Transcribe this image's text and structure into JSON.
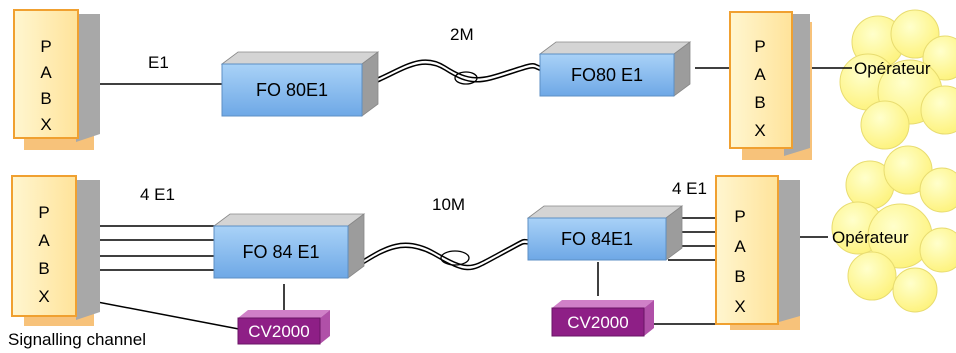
{
  "links": {
    "top_e1": "E1",
    "top_speed": "2M",
    "bottom_e1_left": "4 E1",
    "bottom_e1_right": "4 E1",
    "bottom_speed": "10M"
  },
  "pabx_letters": [
    "P",
    "A",
    "B",
    "X"
  ],
  "fo_units": {
    "top_left": "FO 80E1",
    "top_right": "FO80 E1",
    "bottom_left": "FO 84 E1",
    "bottom_right": "FO 84E1"
  },
  "cv_units": {
    "left": "CV2000",
    "right": "CV2000"
  },
  "operators": {
    "top": "Opérateur",
    "bottom": "Opérateur"
  },
  "signalling_label": "Signalling channel",
  "colors": {
    "pabx_front": "#ffe9a8",
    "pabx_side": "#a8a8a8",
    "pabx_shadow": "#f5b25a",
    "pabx_border": "#f0a030",
    "fo_front": "#8cc0f0",
    "fo_top": "#c8c8c8",
    "fo_side": "#9a9a9a",
    "cv_front": "#8e1f86",
    "cv_side": "#c060b8",
    "cloud": "#ffff99"
  }
}
